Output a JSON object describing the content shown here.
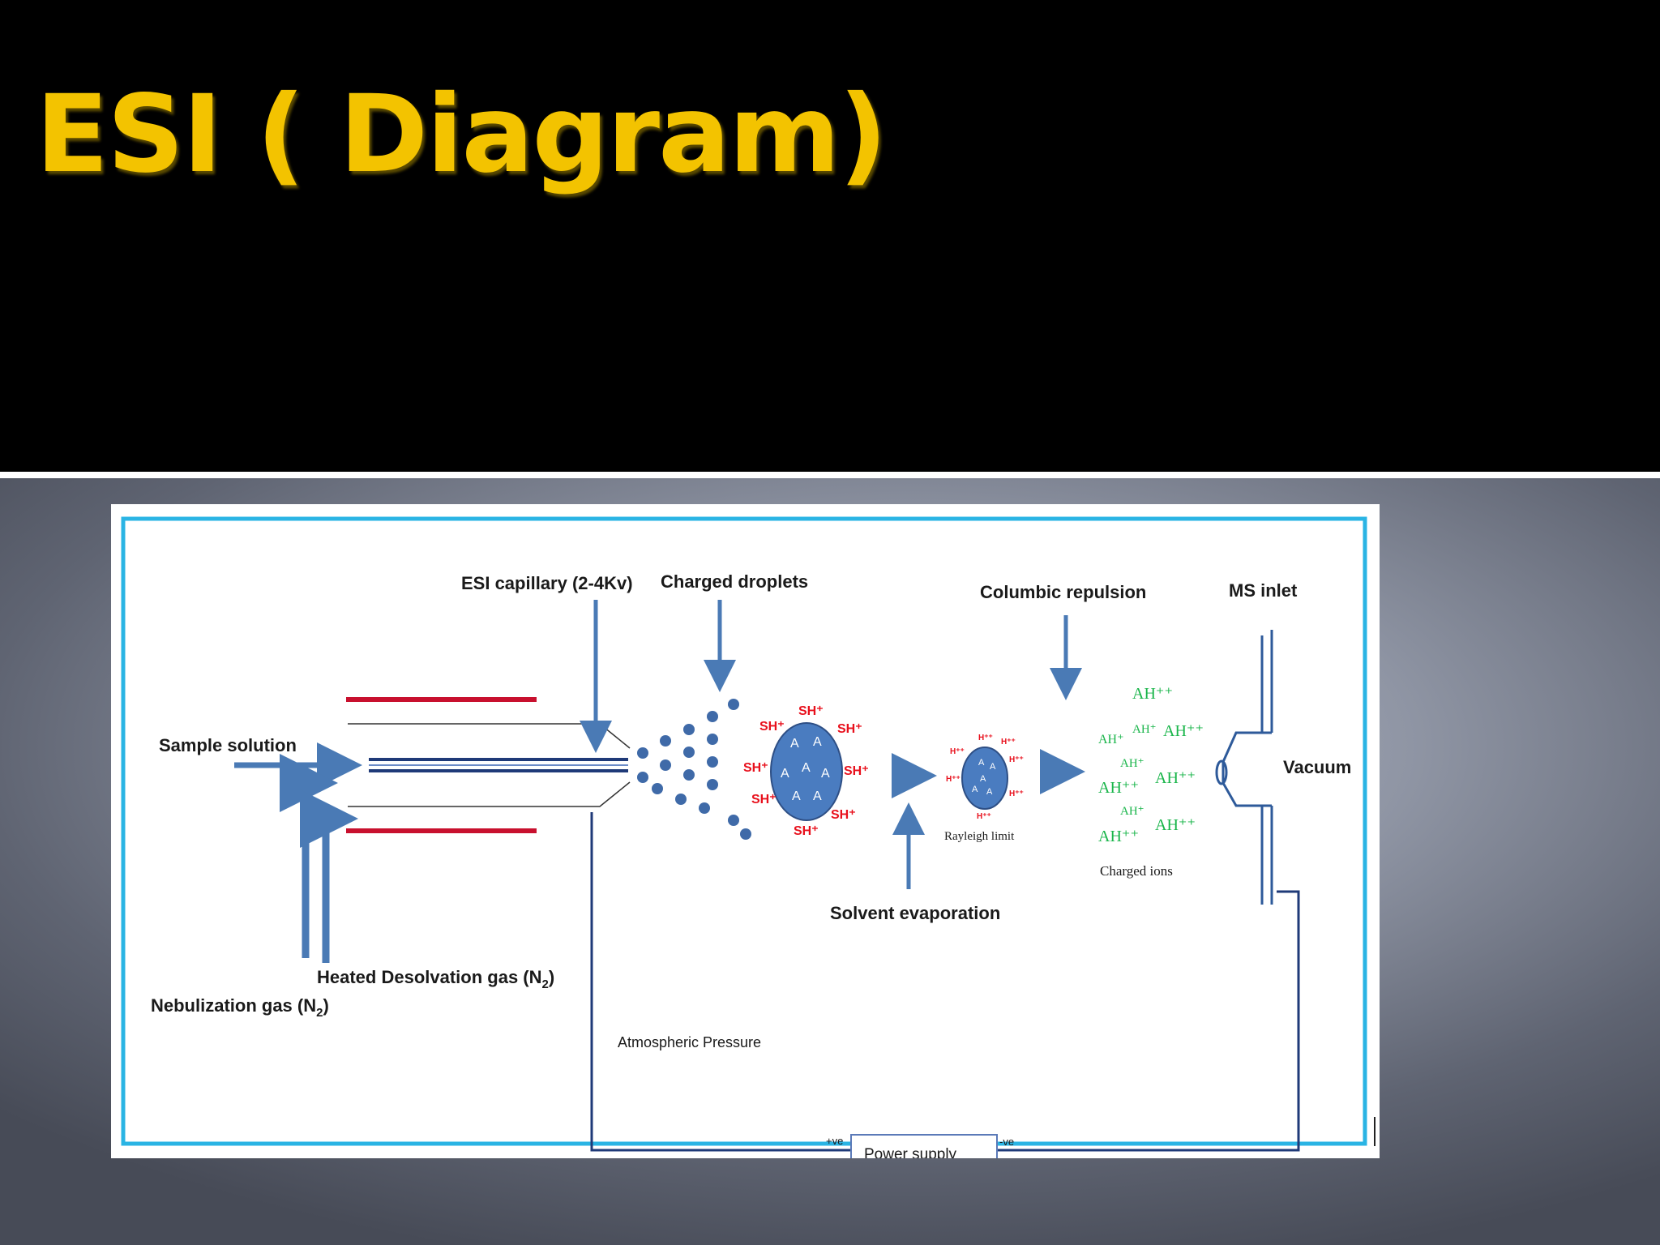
{
  "title": "ESI ( Diagram)",
  "diagram": {
    "labels": {
      "esi_capillary": "ESI capillary (2-4Kv)",
      "charged_droplets": "Charged droplets",
      "columbic_repulsion": "Columbic repulsion",
      "ms_inlet": "MS inlet",
      "sample_solution": "Sample solution",
      "vacuum": "Vacuum",
      "rayleigh_limit": "Rayleigh limit",
      "charged_ions": "Charged ions",
      "solvent_evaporation": "Solvent evaporation",
      "heated_gas": "Heated Desolvation gas (N",
      "heated_gas_sub": "2",
      "heated_gas_close": ")",
      "nebulization_gas": "Nebulization gas (N",
      "nebulization_gas_sub": "2",
      "nebulization_gas_close": ")",
      "atmospheric_pressure": "Atmospheric Pressure",
      "power_supply": "Power supply",
      "plus_ve": "+ve",
      "minus_ve": "-ve"
    },
    "droplet_charge_labels": [
      "SH⁺",
      "SH⁺",
      "SH⁺",
      "SH⁺",
      "SH⁺",
      "SH⁺",
      "SH⁺",
      "SH⁺"
    ],
    "droplet_analyte_labels": [
      "A",
      "A",
      "A",
      "A",
      "A",
      "A",
      "A"
    ],
    "small_droplet_charge_labels": [
      "H⁺⁺",
      "H⁺⁺",
      "H⁺⁺",
      "H⁺⁺",
      "H⁺⁺",
      "H⁺⁺",
      "H⁺⁺"
    ],
    "small_droplet_analyte_labels": [
      "A",
      "A",
      "A",
      "A",
      "A"
    ],
    "ion_labels": [
      "AH⁺⁺",
      "AH⁺",
      "AH⁺",
      "AH⁺⁺",
      "AH⁺",
      "AH⁺⁺",
      "AH⁺⁺",
      "AH⁺",
      "AH⁺⁺",
      "AH⁺⁺"
    ],
    "colors": {
      "title": "#f3c300",
      "arrow_blue": "#4a7ab5",
      "plate_red": "#c8102e",
      "droplet_blue": "#4a7cc0",
      "charge_red": "#e8101c",
      "ion_green": "#19b54a",
      "panel_border": "#2ab4e4"
    }
  }
}
